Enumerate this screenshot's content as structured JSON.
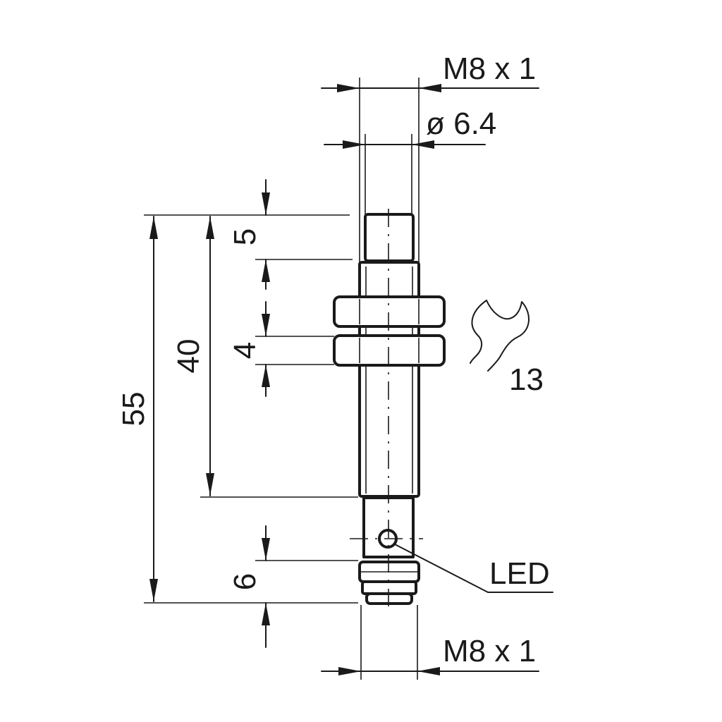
{
  "labels": {
    "thread_top": "M8 x 1",
    "diameter": "ø 6.4",
    "dim_5": "5",
    "dim_40": "40",
    "dim_4": "4",
    "dim_55": "55",
    "wrench_size": "13",
    "led": "LED",
    "dim_6": "6",
    "thread_bottom": "M8 x 1"
  }
}
